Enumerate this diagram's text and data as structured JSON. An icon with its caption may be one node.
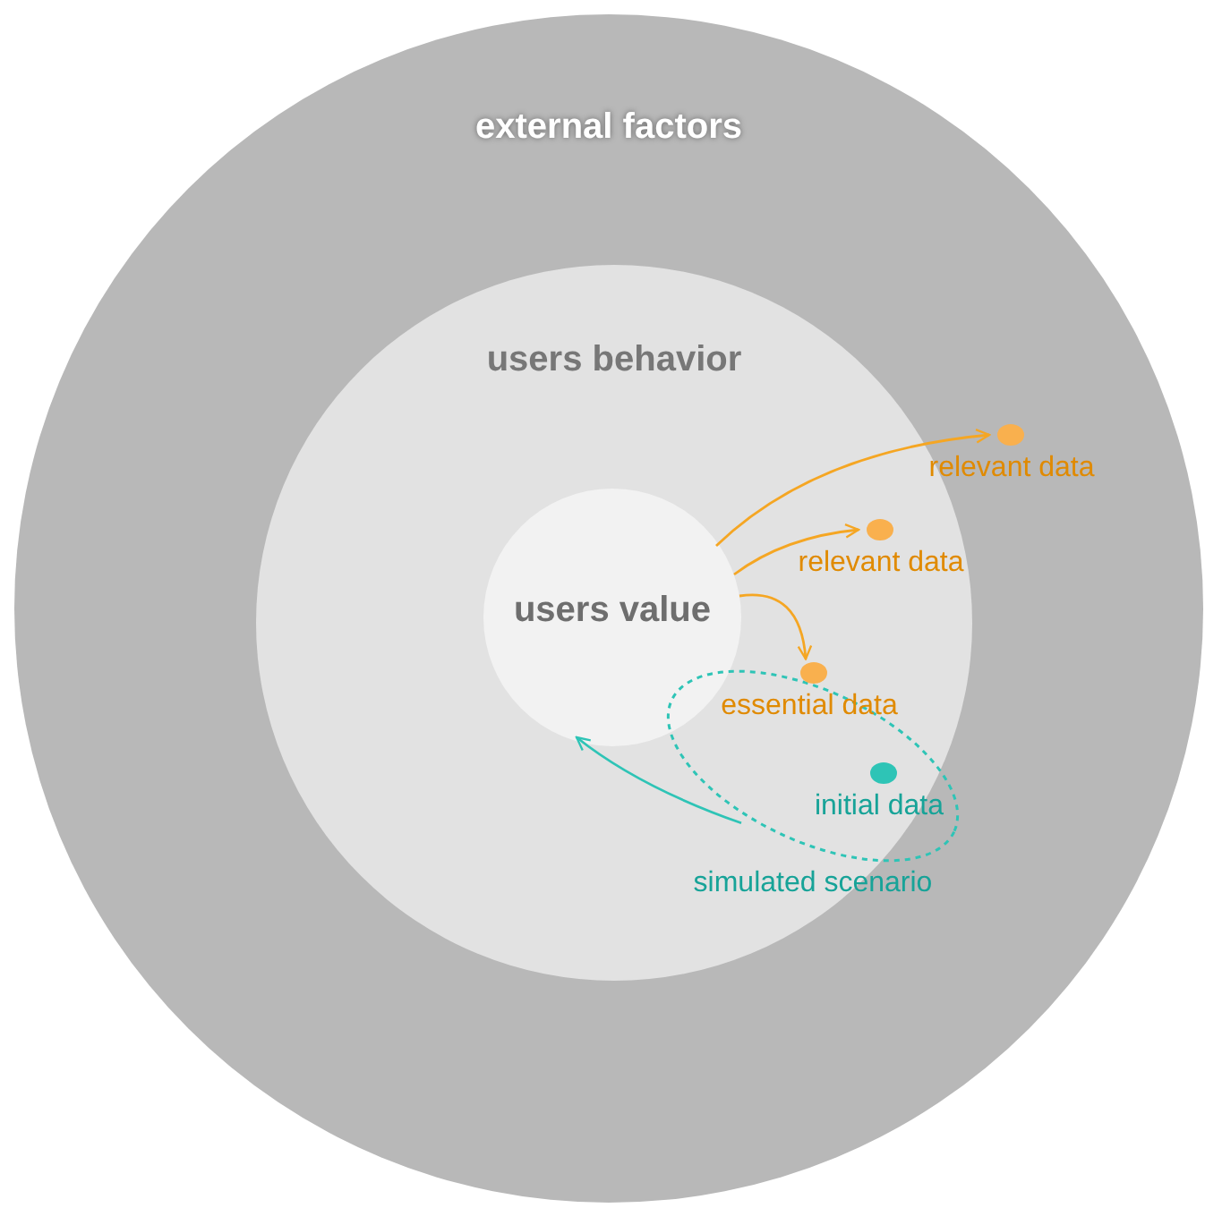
{
  "diagram": {
    "nodes": [
      {
        "text": [
          "external factors"
        ]
      },
      {
        "text": [
          "users behavior"
        ],
        "in": 0
      },
      {
        "text": [
          "users value"
        ],
        "in": 1
      },
      {
        "text": [],
        "shape": "circle",
        "beside": [
          "relevant data"
        ],
        "in": 0
      },
      {
        "text": [],
        "shape": "circle",
        "beside": [
          "relevant data"
        ],
        "in": 1
      },
      {
        "text": [
          "simulated scenario"
        ],
        "in": 1
      },
      {
        "text": [],
        "shape": "circle",
        "beside": [
          "essential data"
        ],
        "in": 5
      },
      {
        "text": [],
        "shape": "circle",
        "beside": [
          "initial data"
        ],
        "in": 5
      }
    ],
    "edges": [
      {
        "from": 2,
        "to": 3,
        "arrow": "to"
      },
      {
        "from": 2,
        "to": 4,
        "arrow": "to"
      },
      {
        "from": 2,
        "to": 6,
        "arrow": "to"
      },
      {
        "from": 5,
        "to": 2,
        "arrow": "to",
        "color": "#2ec4b6"
      }
    ]
  }
}
